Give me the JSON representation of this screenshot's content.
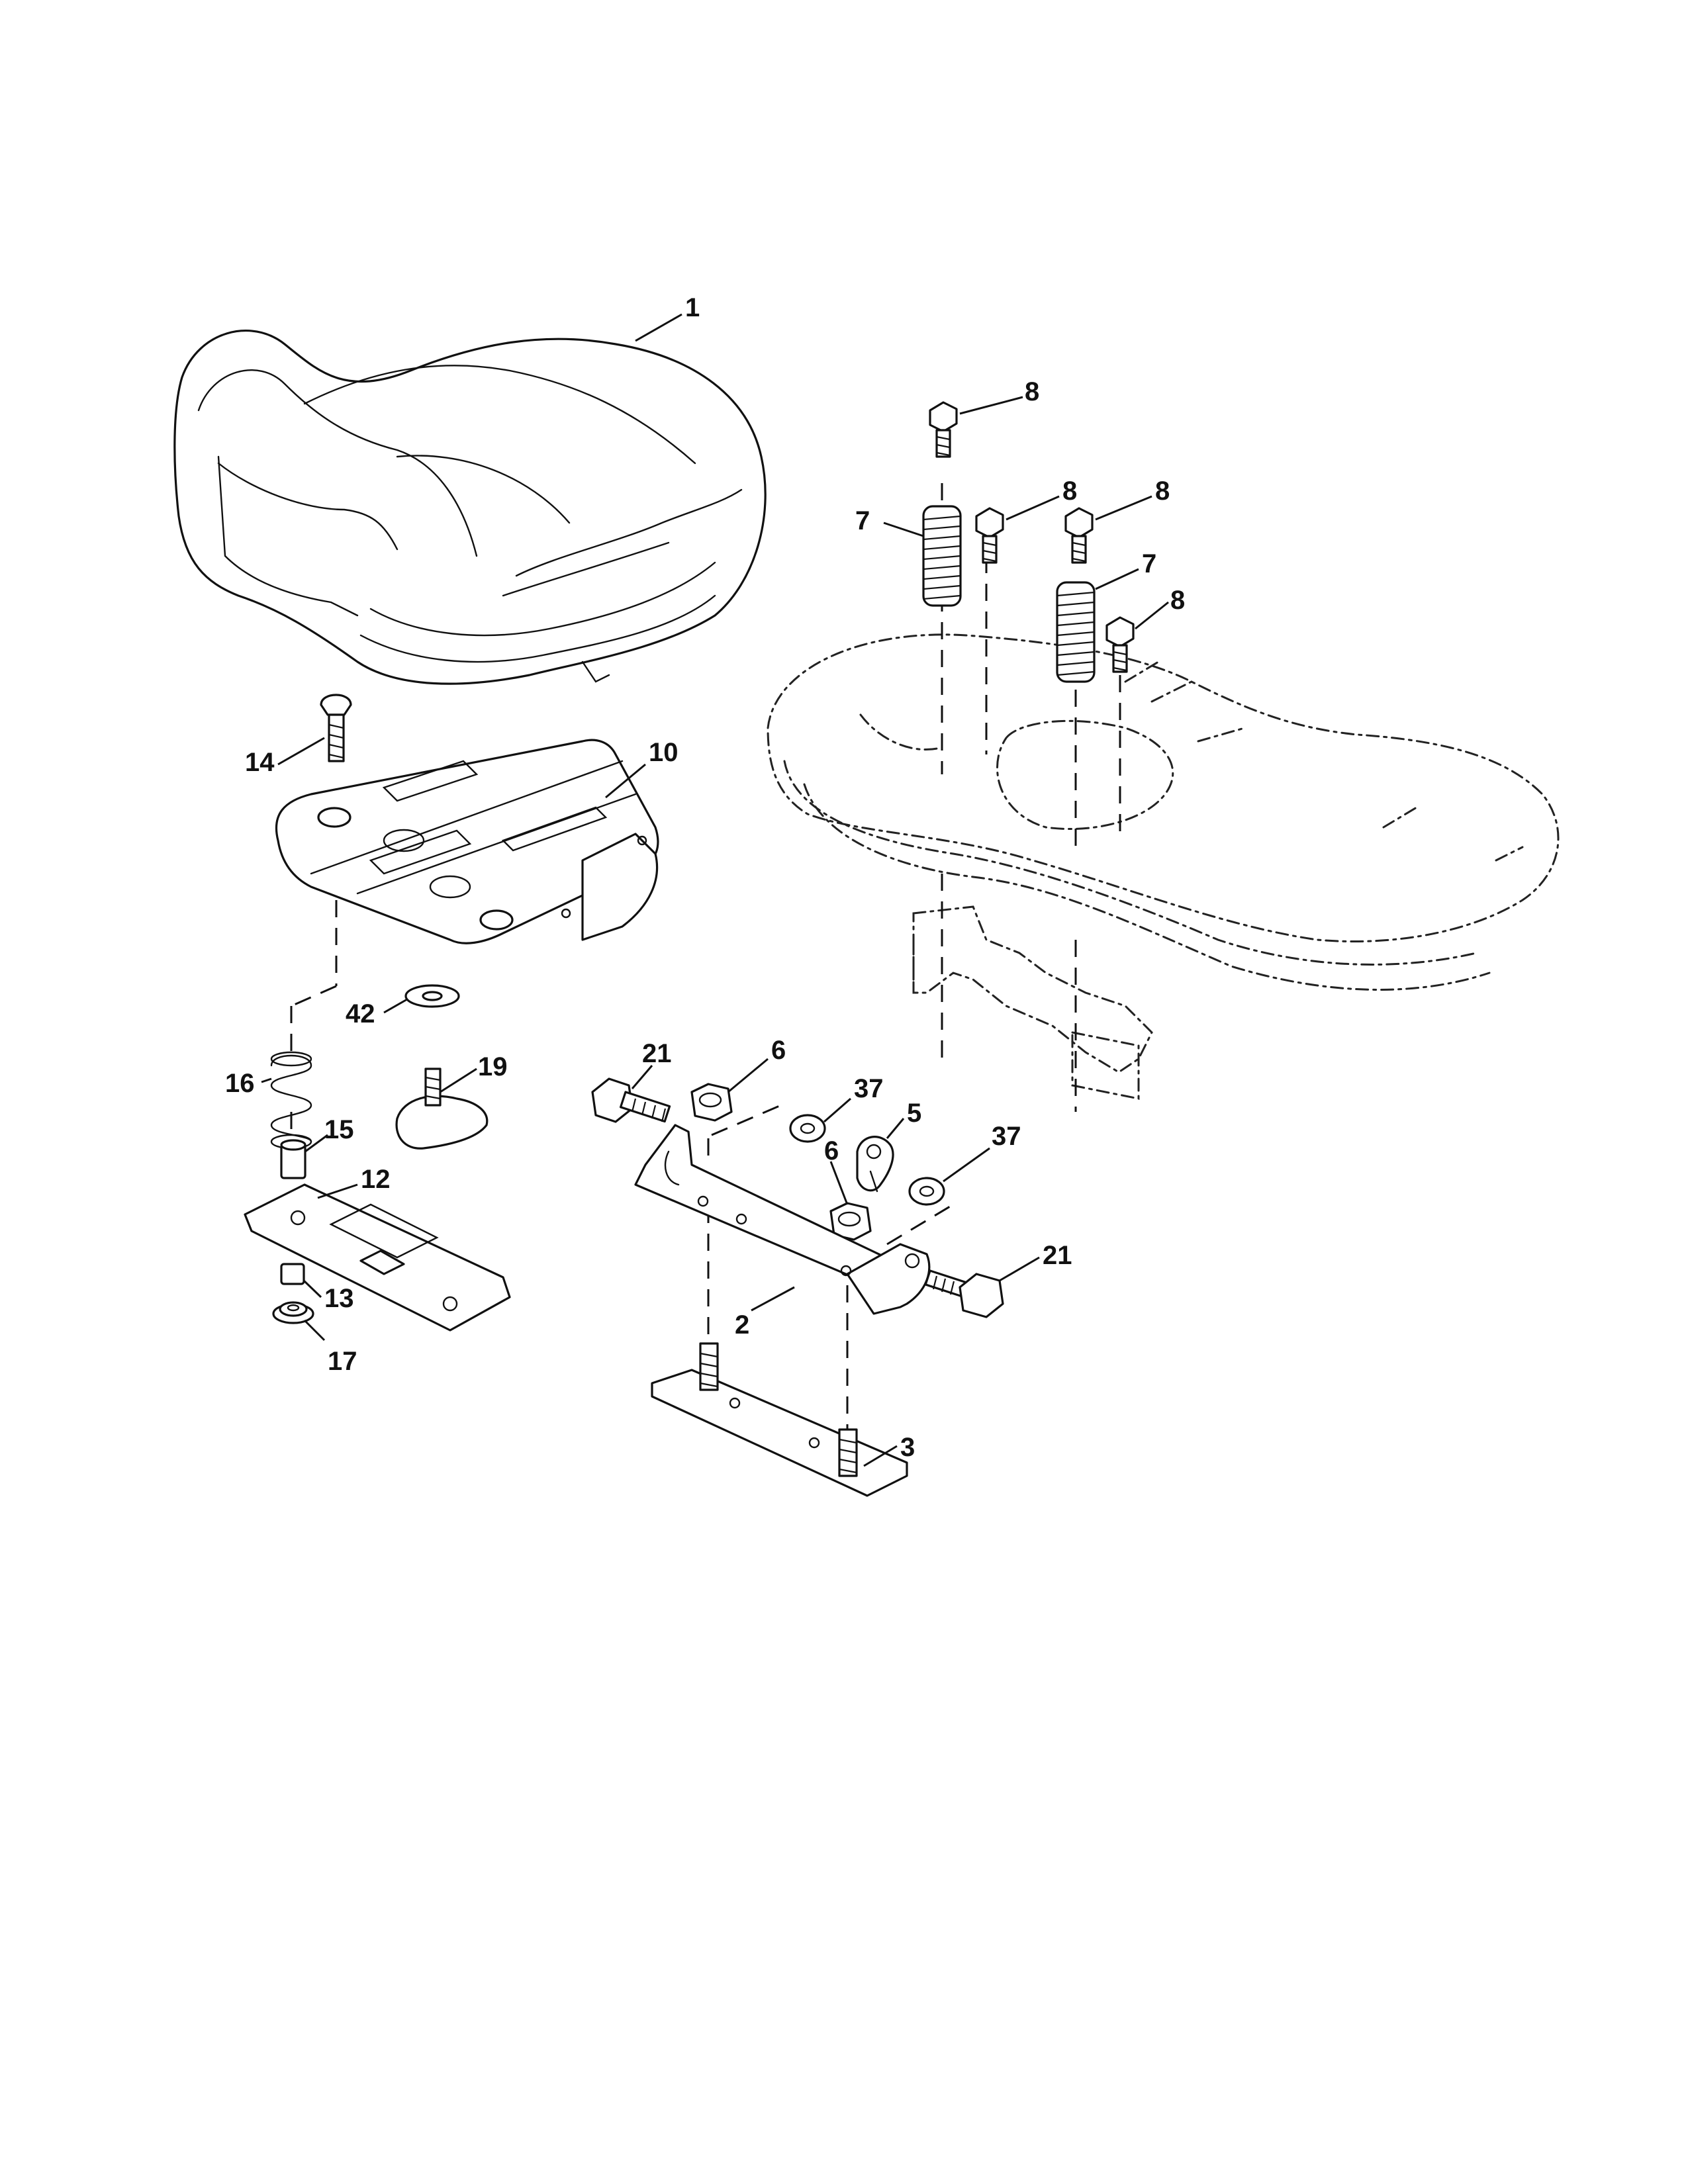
{
  "callouts": {
    "c1": "1",
    "c2": "2",
    "c3": "3",
    "c5": "5",
    "c6a": "6",
    "c6b": "6",
    "c7a": "7",
    "c7b": "7",
    "c8a": "8",
    "c8b": "8",
    "c8c": "8",
    "c8d": "8",
    "c10": "10",
    "c12": "12",
    "c13": "13",
    "c14": "14",
    "c15": "15",
    "c16": "16",
    "c17": "17",
    "c19": "19",
    "c21a": "21",
    "c21b": "21",
    "c37a": "37",
    "c37b": "37",
    "c42": "42"
  },
  "colors": {
    "line": "#111111",
    "background": "#ffffff"
  }
}
